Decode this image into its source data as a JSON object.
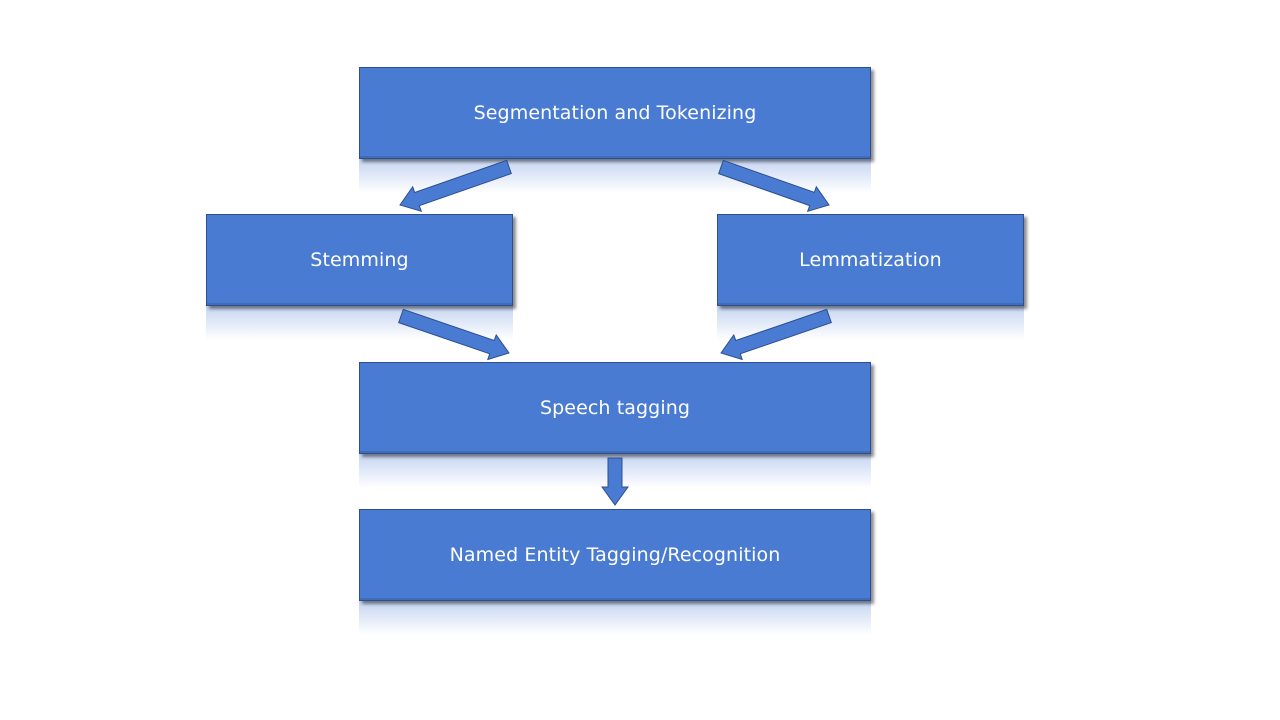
{
  "diagram": {
    "nodes": [
      {
        "id": "segmentation",
        "label": "Segmentation and Tokenizing"
      },
      {
        "id": "stemming",
        "label": "Stemming"
      },
      {
        "id": "lemmatization",
        "label": "Lemmatization"
      },
      {
        "id": "speech_tagging",
        "label": "Speech tagging"
      },
      {
        "id": "ner",
        "label": "Named Entity Tagging/Recognition"
      }
    ],
    "edges": [
      {
        "from": "segmentation",
        "to": "stemming"
      },
      {
        "from": "segmentation",
        "to": "lemmatization"
      },
      {
        "from": "stemming",
        "to": "speech_tagging"
      },
      {
        "from": "lemmatization",
        "to": "speech_tagging"
      },
      {
        "from": "speech_tagging",
        "to": "ner"
      }
    ],
    "colors": {
      "box_fill": "#4a7bd3",
      "box_border": "#2d4f8f",
      "text": "#ffffff",
      "background": "#ffffff"
    }
  }
}
